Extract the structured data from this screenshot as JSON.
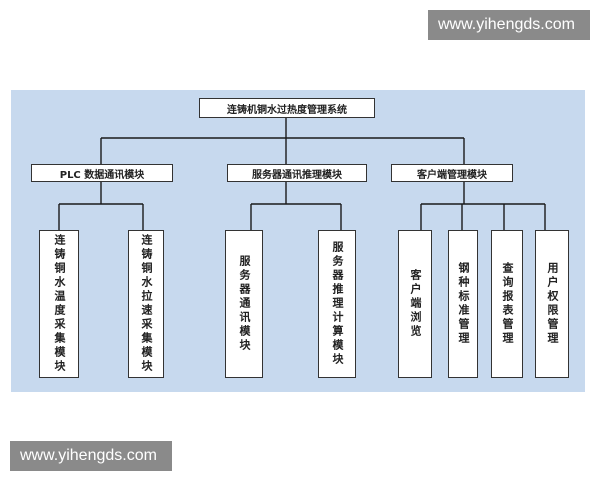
{
  "watermark": "www.yihengds.com",
  "root": "连铸机铜水过热度管理系统",
  "modules": [
    {
      "label": "PLC 数据通讯模块",
      "children": [
        "连铸铜水温度采集模块",
        "连铸铜水拉速采集模块"
      ]
    },
    {
      "label": "服务器通讯推理模块",
      "children": [
        "服务器通讯模块",
        "服务器推理计算模块"
      ]
    },
    {
      "label": "客户端管理模块",
      "children": [
        "客户端浏览",
        "钢种标准管理",
        "查询报表管理",
        "用户权限管理"
      ]
    }
  ],
  "colors": {
    "background": "#c7d9ee",
    "box": "#ffffff",
    "line": "#1a1a1a"
  }
}
